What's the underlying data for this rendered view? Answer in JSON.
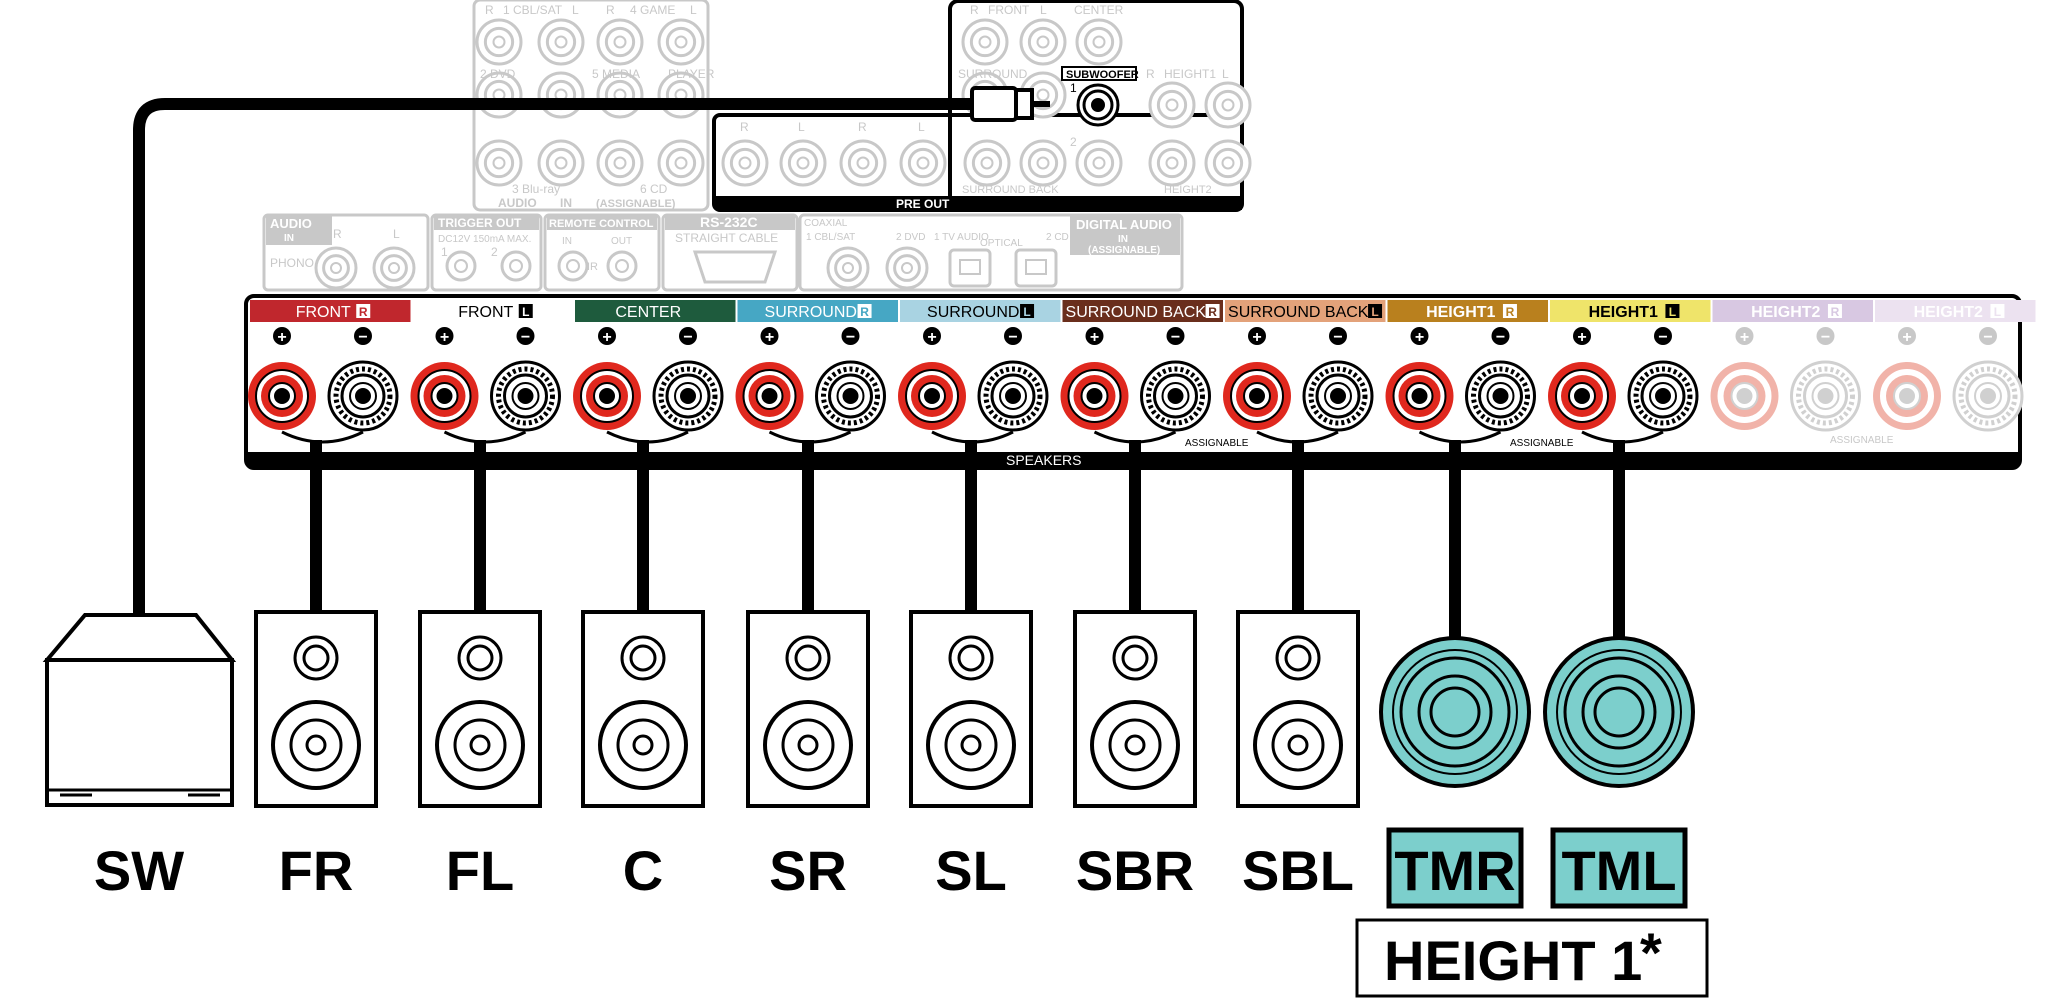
{
  "receiver_panel": {
    "audio_inputs": {
      "top_labels": [
        "R",
        "1 CBL/SAT",
        "L",
        "R",
        "4 GAME",
        "L"
      ],
      "row2_labels": [
        "2 DVD",
        "5 MEDIA",
        "PLAYER"
      ],
      "row3_labels": [
        "3 Blu-ray",
        "6 CD"
      ],
      "section_label": "AUDIO",
      "section_in": "IN",
      "section_assignable": "(ASSIGNABLE)"
    },
    "pre_out": {
      "labels": [
        "R",
        "FRONT",
        "L",
        "CENTER"
      ],
      "surround": "SURROUND",
      "subwoofer": "SUBWOOFER",
      "sub_num1": "1",
      "sub_num2": "2",
      "height1": "HEIGHT1",
      "height1_l": "L",
      "height1_r": "R",
      "row3_channel": [
        "R",
        "L",
        "R",
        "L"
      ],
      "surround_back": "SURROUND BACK",
      "height2": "HEIGHT2",
      "title": "PRE OUT"
    },
    "mid_row": {
      "audio_in": "AUDIO",
      "audio_in_tag": "IN",
      "phono": "PHONO",
      "r": "R",
      "l": "L",
      "trigger_out": "TRIGGER OUT",
      "trigger_spec": "DC12V 150mA MAX.",
      "trigger_1": "1",
      "trigger_2": "2",
      "remote_control": "REMOTE CONTROL",
      "remote_in": "IN",
      "remote_out": "OUT",
      "remote_ir": "IR",
      "rs232c": "RS-232C",
      "straight_cable": "STRAIGHT CABLE",
      "coaxial": "COAXIAL",
      "coax_1": "1 CBL/SAT",
      "coax_2": "2 DVD",
      "tv_audio": "1 TV AUDIO",
      "optical": "OPTICAL",
      "cd": "2 CD",
      "digital_audio": "DIGITAL AUDIO",
      "digital_in": "IN",
      "digital_assignable": "(ASSIGNABLE)"
    },
    "speaker_terminals": [
      {
        "label": "FRONT",
        "side": "R",
        "color": "#c0272d",
        "text_color": "#ffffff"
      },
      {
        "label": "FRONT",
        "side": "L",
        "color": "#ffffff",
        "text_color": "#000000"
      },
      {
        "label": "CENTER",
        "side": "",
        "color": "#1e5b3d",
        "text_color": "#ffffff"
      },
      {
        "label": "SURROUND",
        "side": "R",
        "color": "#46a7c4",
        "text_color": "#ffffff"
      },
      {
        "label": "SURROUND",
        "side": "L",
        "color": "#a9d3e2",
        "text_color": "#000000"
      },
      {
        "label": "SURROUND BACK",
        "side": "R",
        "color": "#6a2e1c",
        "text_color": "#ffffff"
      },
      {
        "label": "SURROUND BACK",
        "side": "L",
        "color": "#e3a27a",
        "text_color": "#000000"
      },
      {
        "label": "HEIGHT1",
        "side": "R",
        "color": "#b9801e",
        "text_color": "#ffffff"
      },
      {
        "label": "HEIGHT1",
        "side": "L",
        "color": "#efe46a",
        "text_color": "#000000"
      },
      {
        "label": "HEIGHT2",
        "side": "R",
        "color": "#d8c8e2",
        "text_color": "#ffffff"
      },
      {
        "label": "HEIGHT2",
        "side": "L",
        "color": "#ece2f0",
        "text_color": "#ffffff"
      }
    ],
    "plus": "+",
    "minus": "−",
    "speakers_label": "SPEAKERS",
    "assignable": "ASSIGNABLE"
  },
  "speakers": [
    {
      "label": "SW",
      "kind": "subwoofer"
    },
    {
      "label": "FR",
      "kind": "tower"
    },
    {
      "label": "FL",
      "kind": "tower"
    },
    {
      "label": "C",
      "kind": "tower"
    },
    {
      "label": "SR",
      "kind": "tower"
    },
    {
      "label": "SL",
      "kind": "tower"
    },
    {
      "label": "SBR",
      "kind": "tower"
    },
    {
      "label": "SBL",
      "kind": "tower"
    },
    {
      "label": "TMR",
      "kind": "ceiling",
      "highlight": "#7ccfcc"
    },
    {
      "label": "TML",
      "kind": "ceiling",
      "highlight": "#7ccfcc"
    }
  ],
  "group_label": "HEIGHT 1",
  "group_asterisk": "*"
}
